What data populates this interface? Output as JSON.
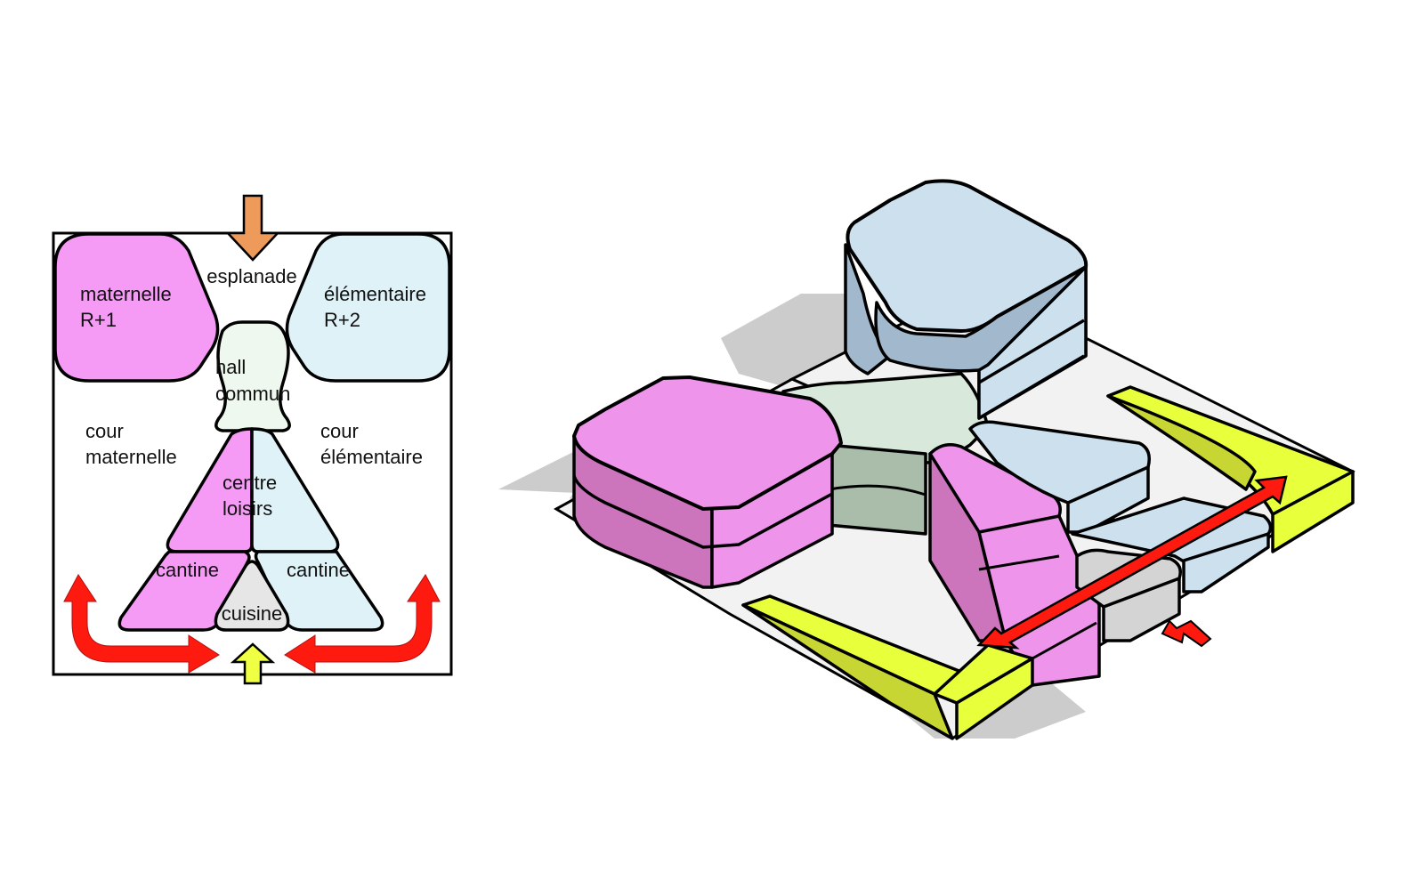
{
  "plan": {
    "zones": {
      "esplanade": "esplanade",
      "maternelle": [
        "maternelle",
        "R+1"
      ],
      "elementaire": [
        "élémentaire",
        "R+2"
      ],
      "hall": [
        "hall",
        "commun"
      ],
      "cour_maternelle": [
        "cour",
        "maternelle"
      ],
      "cour_elementaire": [
        "cour",
        "élémentaire"
      ],
      "centre_loisirs": [
        "centre",
        "loisirs"
      ],
      "cantine_left": "cantine",
      "cantine_right": "cantine",
      "cuisine": "cuisine"
    },
    "arrows": {
      "main_entrance": "orange down arrow into esplanade",
      "service_entrance": "yellow up arrow into cuisine",
      "circulation_left": "red L-shaped arrow",
      "circulation_right": "red L-shaped arrow"
    }
  },
  "colors": {
    "maternelle": "#f59af5",
    "elementaire": "#dff2f8",
    "hall": "#eef8ee",
    "cuisine": "#e6e6e6",
    "orange_arrow": "#ee9a5a",
    "yellow_arrow": "#eeff44",
    "red_arrow": "#ff1a10",
    "iso_pink_top": "#ee94ea",
    "iso_pink_side": "#cc74bc",
    "iso_blue_top": "#cce0ee",
    "iso_blue_side": "#a2b8cc",
    "iso_hall": "#d8e8da",
    "iso_hall_side": "#aabcaa",
    "iso_yellow": "#e8ff3c",
    "iso_yellow_side": "#c8d634",
    "iso_gray": "#d4d4d4",
    "shadow": "#cccccc",
    "ground": "#f2f2f2"
  }
}
